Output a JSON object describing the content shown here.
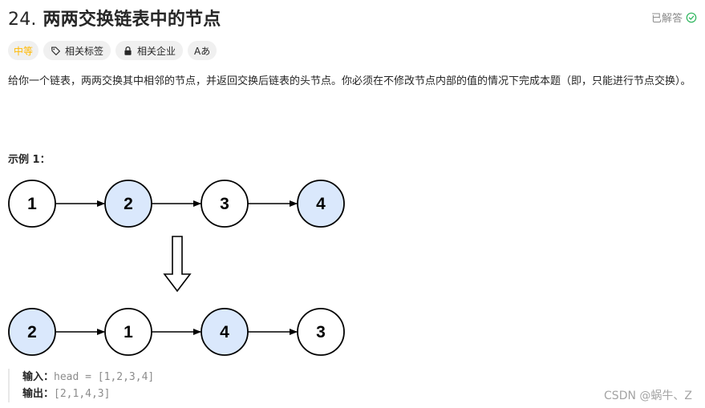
{
  "problem": {
    "number": "24.",
    "title": "两两交换链表中的节点",
    "status": "已解答",
    "tags": {
      "difficulty": "中等",
      "related_tags": "相关标签",
      "related_companies": "相关企业",
      "translate": "Aあ"
    },
    "description": "给你一个链表，两两交换其中相邻的节点，并返回交换后链表的头节点。你必须在不修改节点内部的值的情况下完成本题（即，只能进行节点交换）。"
  },
  "example": {
    "title": "示例 1：",
    "diagram": {
      "before": [
        {
          "label": "1",
          "highlighted": false
        },
        {
          "label": "2",
          "highlighted": true
        },
        {
          "label": "3",
          "highlighted": false
        },
        {
          "label": "4",
          "highlighted": true
        }
      ],
      "after": [
        {
          "label": "2",
          "highlighted": true
        },
        {
          "label": "1",
          "highlighted": false
        },
        {
          "label": "4",
          "highlighted": true
        },
        {
          "label": "3",
          "highlighted": false
        }
      ],
      "colors": {
        "highlight_fill": "#dae8fc",
        "plain_fill": "#ffffff",
        "stroke": "#000000"
      }
    },
    "input_label": "输入：",
    "input_value": "head = [1,2,3,4]",
    "output_label": "输出：",
    "output_value": "[2,1,4,3]"
  },
  "watermark": "CSDN @蜗牛、Z",
  "colors": {
    "difficulty": "#ffb800",
    "solved_check": "#2db55d"
  }
}
